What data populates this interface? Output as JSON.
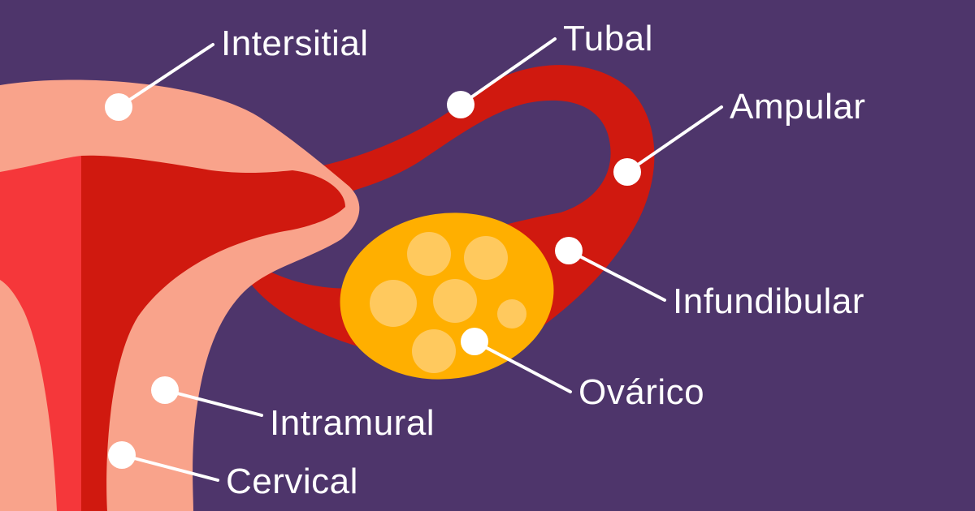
{
  "colors": {
    "background": "#4e356b",
    "uterus_outer": "#f9a38b",
    "uterus_inner_left": "#f5373a",
    "uterus_inner_right": "#d0190f",
    "tube": "#d0190f",
    "ovary": "#ffaf00",
    "follicle": "#ffc95e",
    "marker": "#ffffff"
  },
  "labels": {
    "intersitial": "Intersitial",
    "tubal": "Tubal",
    "ampular": "Ampular",
    "infundibular": "Infundibular",
    "ovarico": "Ovárico",
    "intramural": "Intramural",
    "cervical": "Cervical"
  }
}
